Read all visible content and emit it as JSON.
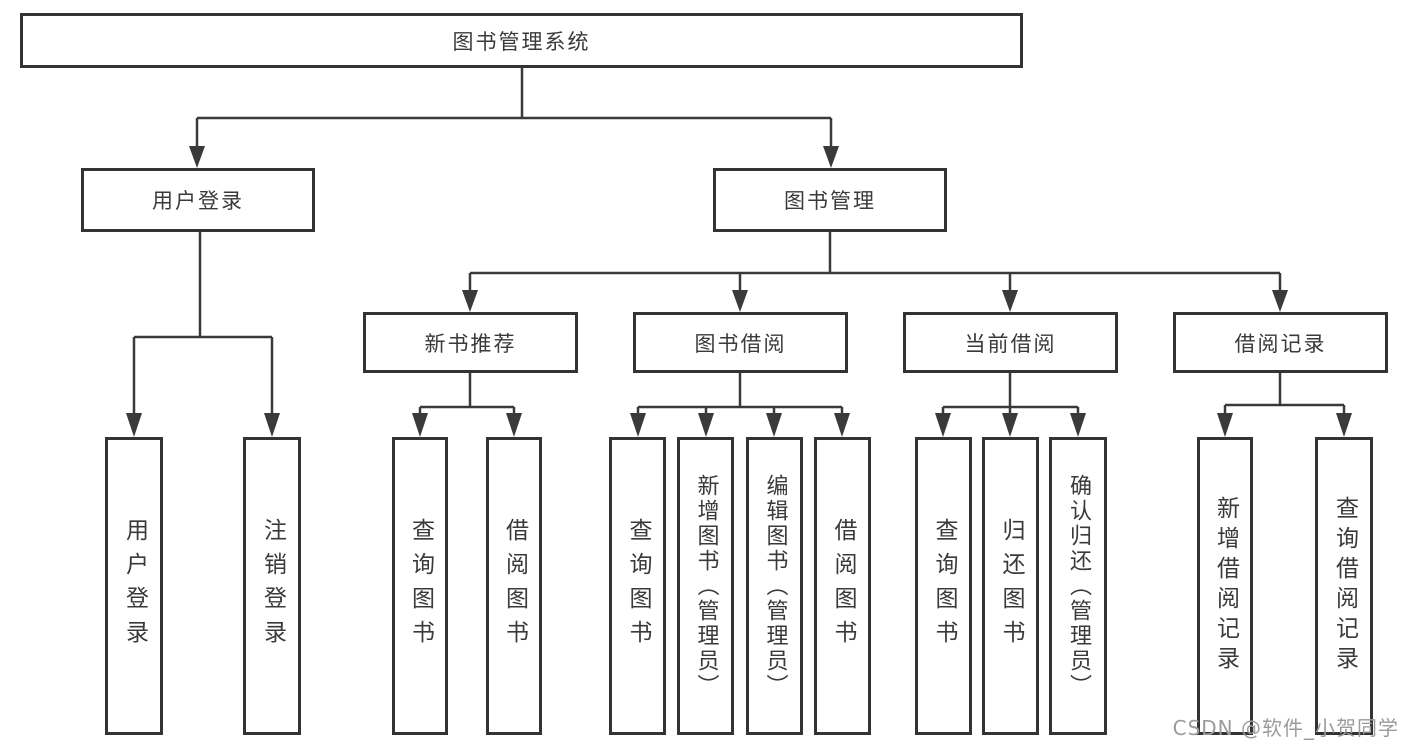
{
  "tree": {
    "label": "图书管理系统",
    "children": [
      {
        "label": "用户登录",
        "children": [
          {
            "label": "用户登录"
          },
          {
            "label": "注销登录"
          }
        ]
      },
      {
        "label": "图书管理",
        "children": [
          {
            "label": "新书推荐",
            "children": [
              {
                "label": "查询图书"
              },
              {
                "label": "借阅图书"
              }
            ]
          },
          {
            "label": "图书借阅",
            "children": [
              {
                "label": "查询图书"
              },
              {
                "label": "新增图书（管理员）"
              },
              {
                "label": "编辑图书（管理员）"
              },
              {
                "label": "借阅图书"
              }
            ]
          },
          {
            "label": "当前借阅",
            "children": [
              {
                "label": "查询图书"
              },
              {
                "label": "归还图书"
              },
              {
                "label": "确认归还（管理员）"
              }
            ]
          },
          {
            "label": "借阅记录",
            "children": [
              {
                "label": "新增借阅记录"
              },
              {
                "label": "查询借阅记录"
              }
            ]
          }
        ]
      }
    ]
  },
  "watermark": {
    "text": "CSDN @软件_小贺同学",
    "color": "#9b9b9b"
  },
  "colors": {
    "background": "#ffffff",
    "box_border": "#333333",
    "connector_line": "#3a3a3a",
    "text": "#3a3a3a"
  }
}
